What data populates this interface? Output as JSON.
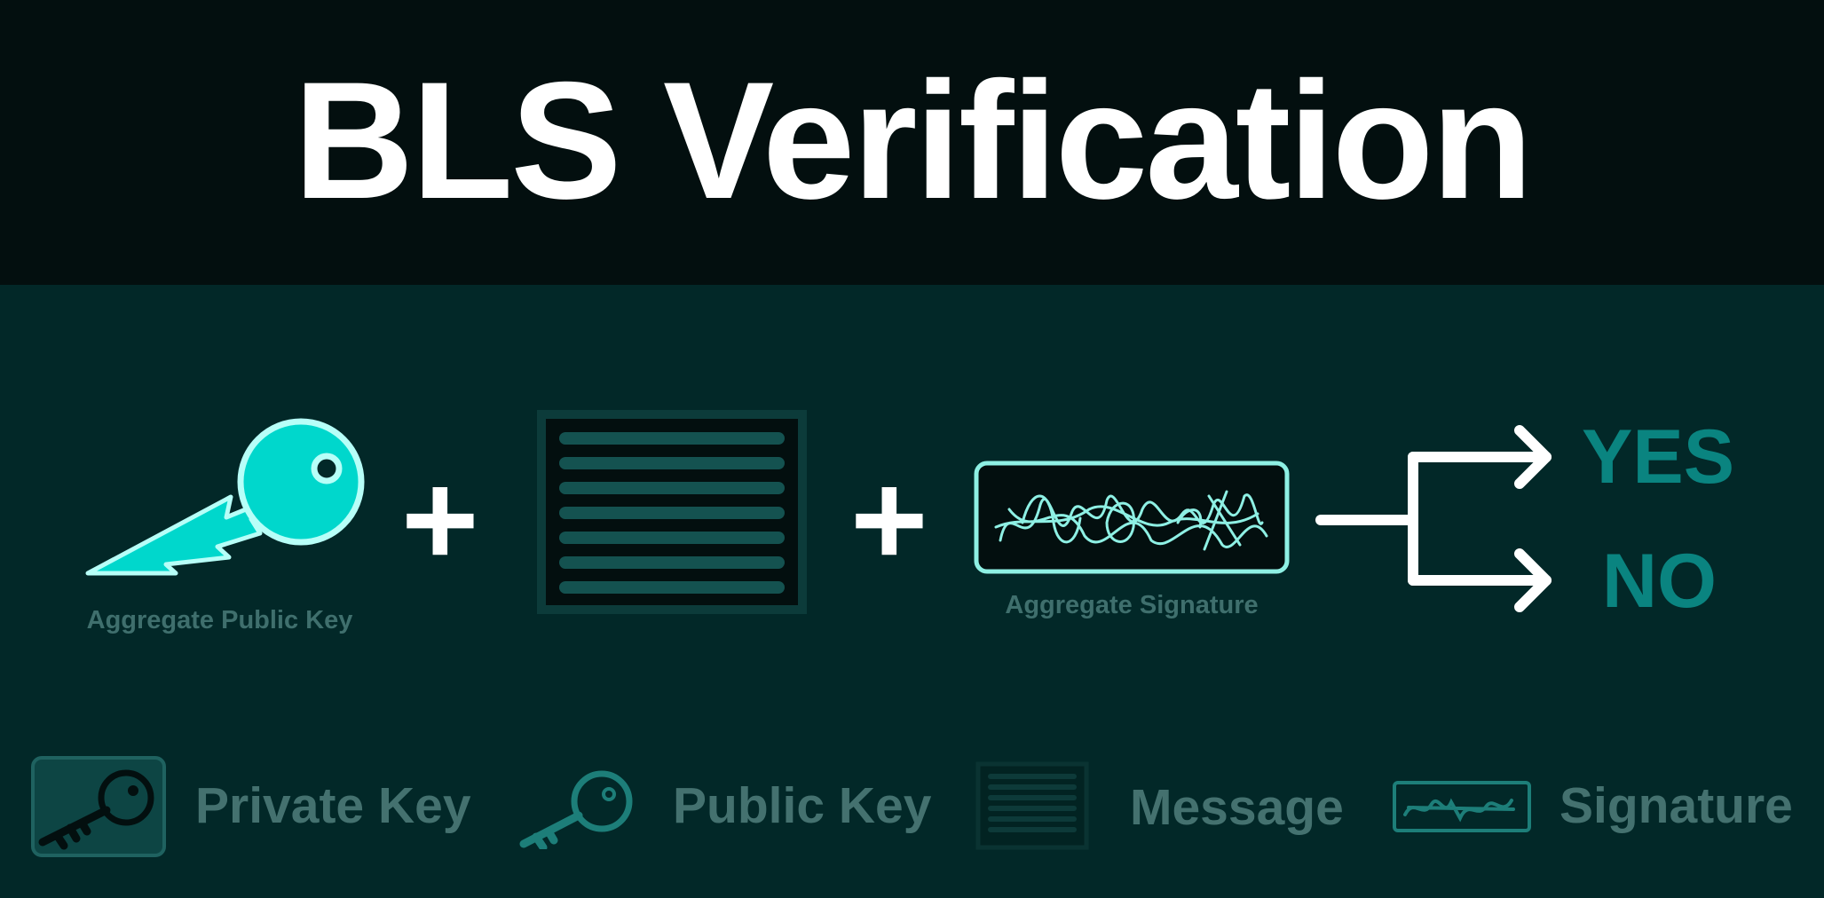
{
  "title": "BLS Verification",
  "equation": {
    "aggregate_public_key_label": "Aggregate Public Key",
    "plus_symbol": "+",
    "aggregate_signature_label": "Aggregate Signature",
    "outcomes": {
      "yes": "YES",
      "no": "NO"
    }
  },
  "legend": {
    "private_key": "Private Key",
    "public_key": "Public Key",
    "message": "Message",
    "signature": "Signature"
  },
  "colors": {
    "header_bg": "#030f0f",
    "body_bg": "#022828",
    "key_accent": "#00d7cc",
    "outcome_text": "#0a8480",
    "legend_text": "#44716f"
  }
}
